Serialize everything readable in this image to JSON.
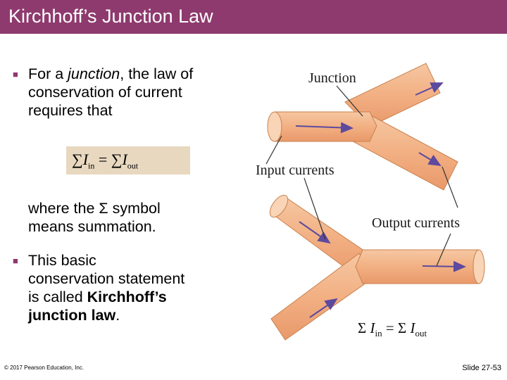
{
  "slide": {
    "title": "Kirchhoff’s Junction Law",
    "bullet1": {
      "text_before": "For a ",
      "text_italic": "junction",
      "text_after": ", the law of conservation of current requires that"
    },
    "equation": {
      "sum1": "∑",
      "i1": "I",
      "sub_in": "in",
      "eq": " = ",
      "sum2": "∑",
      "i2": "I",
      "sub_out": "out"
    },
    "where_line1": "where the Σ symbol",
    "where_line2": "means summation.",
    "bullet2": {
      "line1": "This basic",
      "line2": "conservation statement",
      "line3_before": "is called ",
      "line3_bold": "Kirchhoff’s",
      "line4_bold": "junction law",
      "line4_after": "."
    },
    "footer_left": "© 2017 Pearson Education, Inc.",
    "footer_right": "Slide 27-53"
  },
  "diagram": {
    "label_junction": "Junction",
    "label_input": "Input currents",
    "label_output": "Output currents",
    "eq": {
      "sum1": "Σ ",
      "i1": "I",
      "sub_in": "in",
      "mid": " = Σ ",
      "i2": "I",
      "sub_out": "out"
    }
  },
  "colors": {
    "title_bar": "#8e3a6e",
    "pipe": "#f4b98e",
    "pipe_end": "#f9d4b6",
    "arrow": "#5c4a9e",
    "eq_box": "#e8d8bf"
  }
}
